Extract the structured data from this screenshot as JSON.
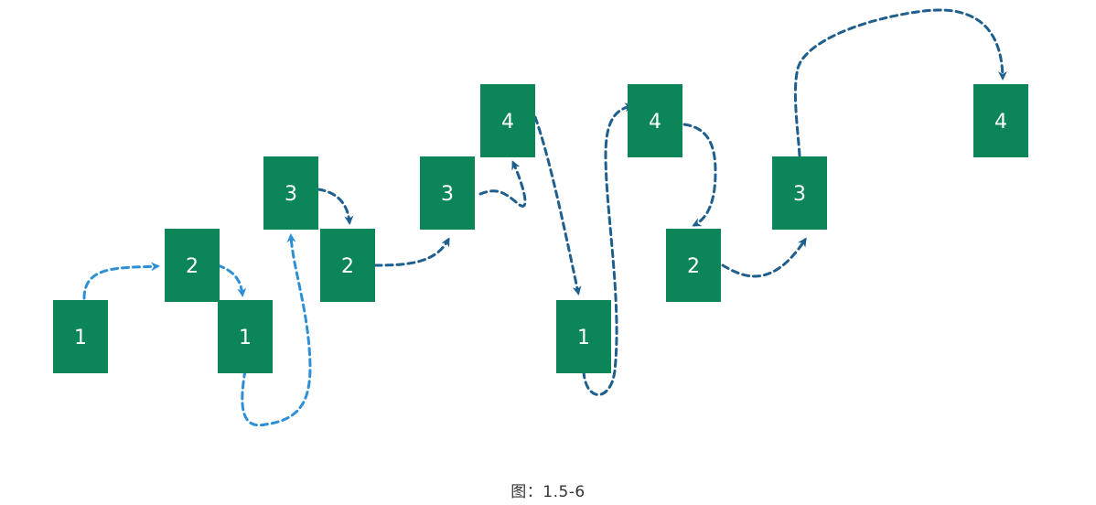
{
  "figure": {
    "caption": "图：1.5-6"
  },
  "colors": {
    "box_fill": "#0c8559",
    "box_text": "#ffffff",
    "arrow_light": "#2f8fd6",
    "arrow_dark": "#1e5f8e"
  },
  "blocks": [
    {
      "id": "b1",
      "label": "1"
    },
    {
      "id": "b2",
      "label": "2"
    },
    {
      "id": "b3",
      "label": "1"
    },
    {
      "id": "b4",
      "label": "3"
    },
    {
      "id": "b5",
      "label": "2"
    },
    {
      "id": "b6",
      "label": "3"
    },
    {
      "id": "b7",
      "label": "4"
    },
    {
      "id": "b8",
      "label": "1"
    },
    {
      "id": "b9",
      "label": "4"
    },
    {
      "id": "b10",
      "label": "2"
    },
    {
      "id": "b11",
      "label": "3"
    },
    {
      "id": "b12",
      "label": "4"
    }
  ],
  "arrows": [
    {
      "from": "b1",
      "to": "b2",
      "tone": "light"
    },
    {
      "from": "b2",
      "to": "b3",
      "tone": "light"
    },
    {
      "from": "b3",
      "to": "b4",
      "tone": "light"
    },
    {
      "from": "b4",
      "to": "b5",
      "tone": "dark"
    },
    {
      "from": "b5",
      "to": "b6",
      "tone": "dark"
    },
    {
      "from": "b6",
      "to": "b7",
      "tone": "dark"
    },
    {
      "from": "b7",
      "to": "b8",
      "tone": "dark"
    },
    {
      "from": "b8",
      "to": "b9",
      "tone": "dark"
    },
    {
      "from": "b9",
      "to": "b10",
      "tone": "dark"
    },
    {
      "from": "b10",
      "to": "b11",
      "tone": "dark"
    },
    {
      "from": "b11",
      "to": "b12",
      "tone": "dark"
    }
  ]
}
